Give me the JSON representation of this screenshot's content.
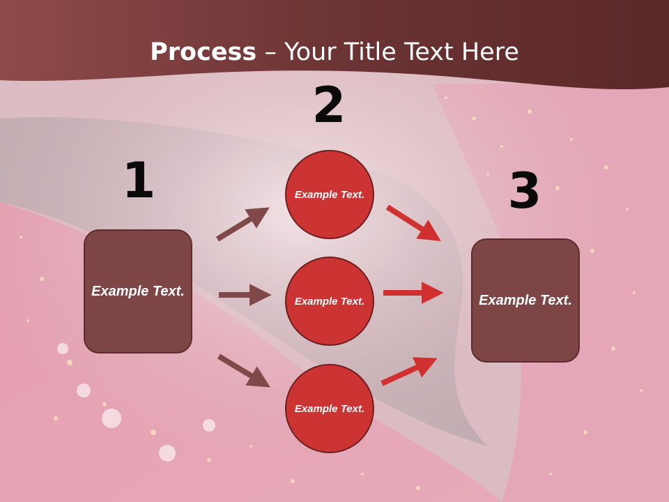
{
  "title": {
    "bold": "Process",
    "rest": " – Your Title Text Here"
  },
  "steps": {
    "n1": "1",
    "n2": "2",
    "n3": "3"
  },
  "left_box": {
    "label": "Example Text."
  },
  "right_box": {
    "label": "Example Text."
  },
  "circles": [
    {
      "label": "Example Text."
    },
    {
      "label": "Example Text."
    },
    {
      "label": "Example Text."
    }
  ],
  "colors": {
    "box_fill": "#7d4545",
    "circle_fill": "#cc3333",
    "arrow_brown": "#804848",
    "arrow_red": "#d03030",
    "header_band": "#6e3434"
  }
}
